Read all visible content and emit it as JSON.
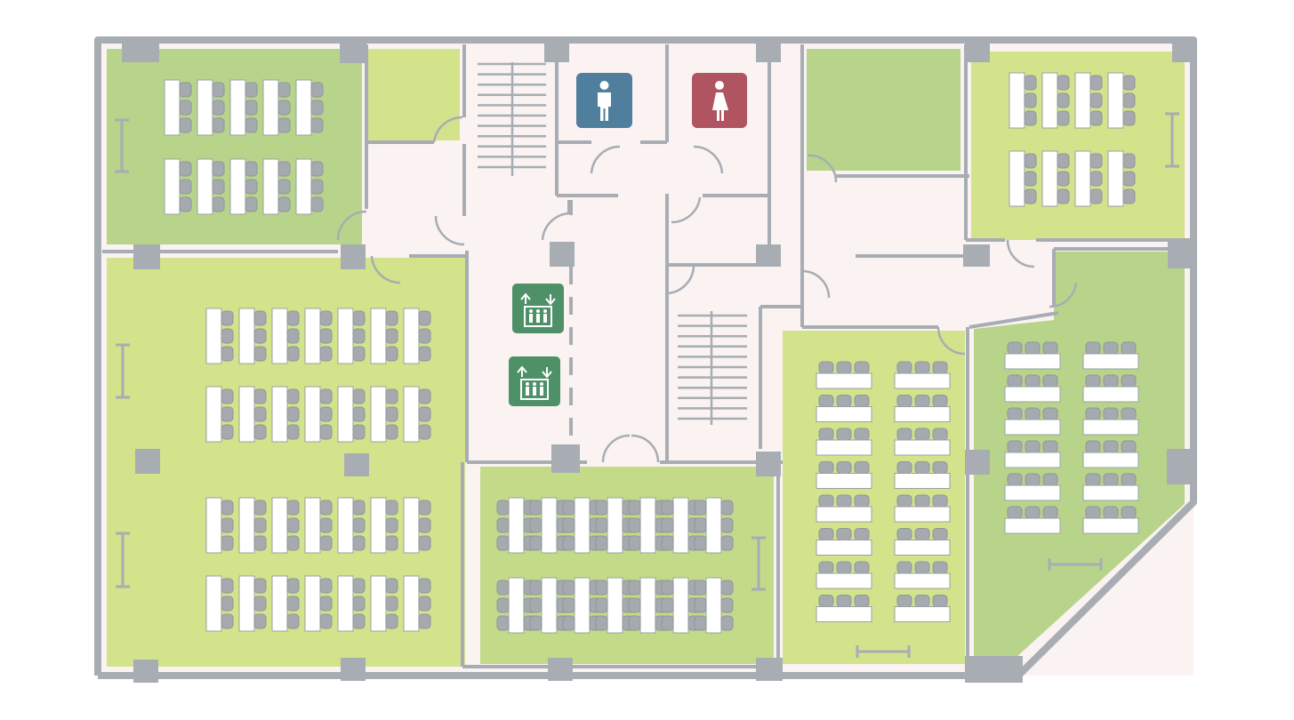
{
  "colors": {
    "background": "#ffffff",
    "wall": "#a7adb3",
    "corridor": "#faf3f2",
    "room_light": "#d2e38b",
    "room_mid": "#c3db88",
    "room_dark": "#b8d48a",
    "desk": "#ffffff",
    "chair": "#a5aaaf",
    "restroom_male": "#4f7f9c",
    "restroom_female": "#b05462",
    "elevator": "#4e9068"
  },
  "icons": {
    "restroom_male": "male-restroom-icon",
    "restroom_female": "female-restroom-icon",
    "elevator": "elevator-icon",
    "stairs": "stairs-icon",
    "whiteboard": "whiteboard-icon",
    "pillar": "pillar-icon"
  },
  "rooms": [
    {
      "id": "room-northwest",
      "layout": "desk-grid",
      "desk_rows": 2,
      "desk_cols": 5
    },
    {
      "id": "room-north-small",
      "layout": "empty"
    },
    {
      "id": "room-north-empty",
      "layout": "empty"
    },
    {
      "id": "room-northeast",
      "layout": "desk-grid",
      "desk_rows": 2,
      "desk_cols": 4
    },
    {
      "id": "room-west-large",
      "layout": "desk-grid",
      "desk_rows": 4,
      "desk_cols": 7
    },
    {
      "id": "room-south-center",
      "layout": "desk-grid",
      "desk_rows": 2,
      "desk_cols": 7
    },
    {
      "id": "room-southeast",
      "layout": "classroom",
      "desk_rows": 8,
      "desk_cols": 2
    },
    {
      "id": "room-east",
      "layout": "classroom",
      "desk_rows": 6,
      "desk_cols": 2
    }
  ],
  "amenities": {
    "restrooms": 2,
    "elevators": 2,
    "stairwells": 2
  }
}
